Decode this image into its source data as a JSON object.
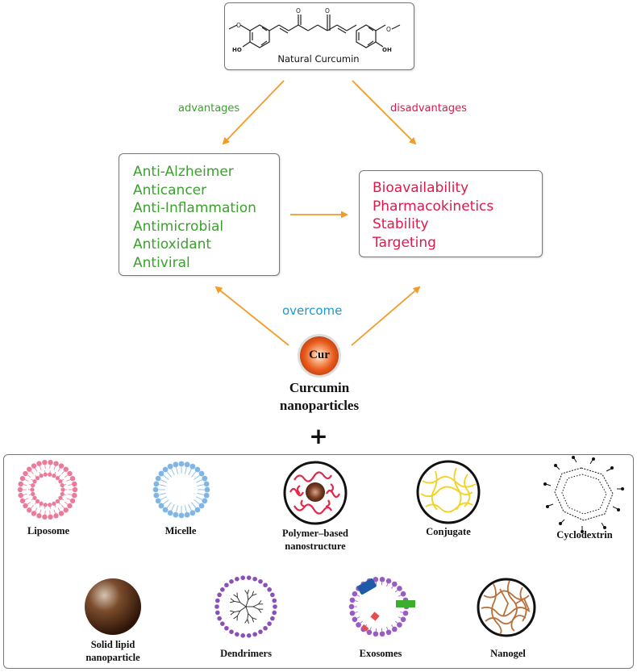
{
  "top_box": {
    "label": "Natural Curcumin"
  },
  "arrows": {
    "advantages": "advantages",
    "disadvantages": "disadvantages",
    "overcome": "overcome"
  },
  "advantages_list": [
    "Anti-Alzheimer",
    "Anticancer",
    "Anti-Inflammation",
    "Antimicrobial",
    "Antioxidant",
    "Antiviral"
  ],
  "disadvantages_list": [
    "Bioavailability",
    "Pharmacokinetics",
    "Stability",
    "Targeting"
  ],
  "nanoparticle": {
    "badge": "Cur",
    "label_line1": "Curcumin",
    "label_line2": "nanoparticles"
  },
  "plus": "+",
  "types": {
    "liposome": "Liposome",
    "micelle": "Micelle",
    "polymer_line1": "Polymer–based",
    "polymer_line2": "nanostructure",
    "conjugate": "Conjugate",
    "cyclodextrin": "Cyclodextrin",
    "sln_line1": "Solid lipid",
    "sln_line2": "nanoparticle",
    "dendrimers": "Dendrimers",
    "exosomes": "Exosomes",
    "nanogel": "Nanogel"
  },
  "molecule_atoms": {
    "o1": "O",
    "o2": "O",
    "ho1": "HO",
    "oh2": "OH"
  },
  "colors": {
    "green": "#3aa22c",
    "red": "#e0194c",
    "orange": "#f39b2a",
    "blue": "#1a98d6"
  }
}
